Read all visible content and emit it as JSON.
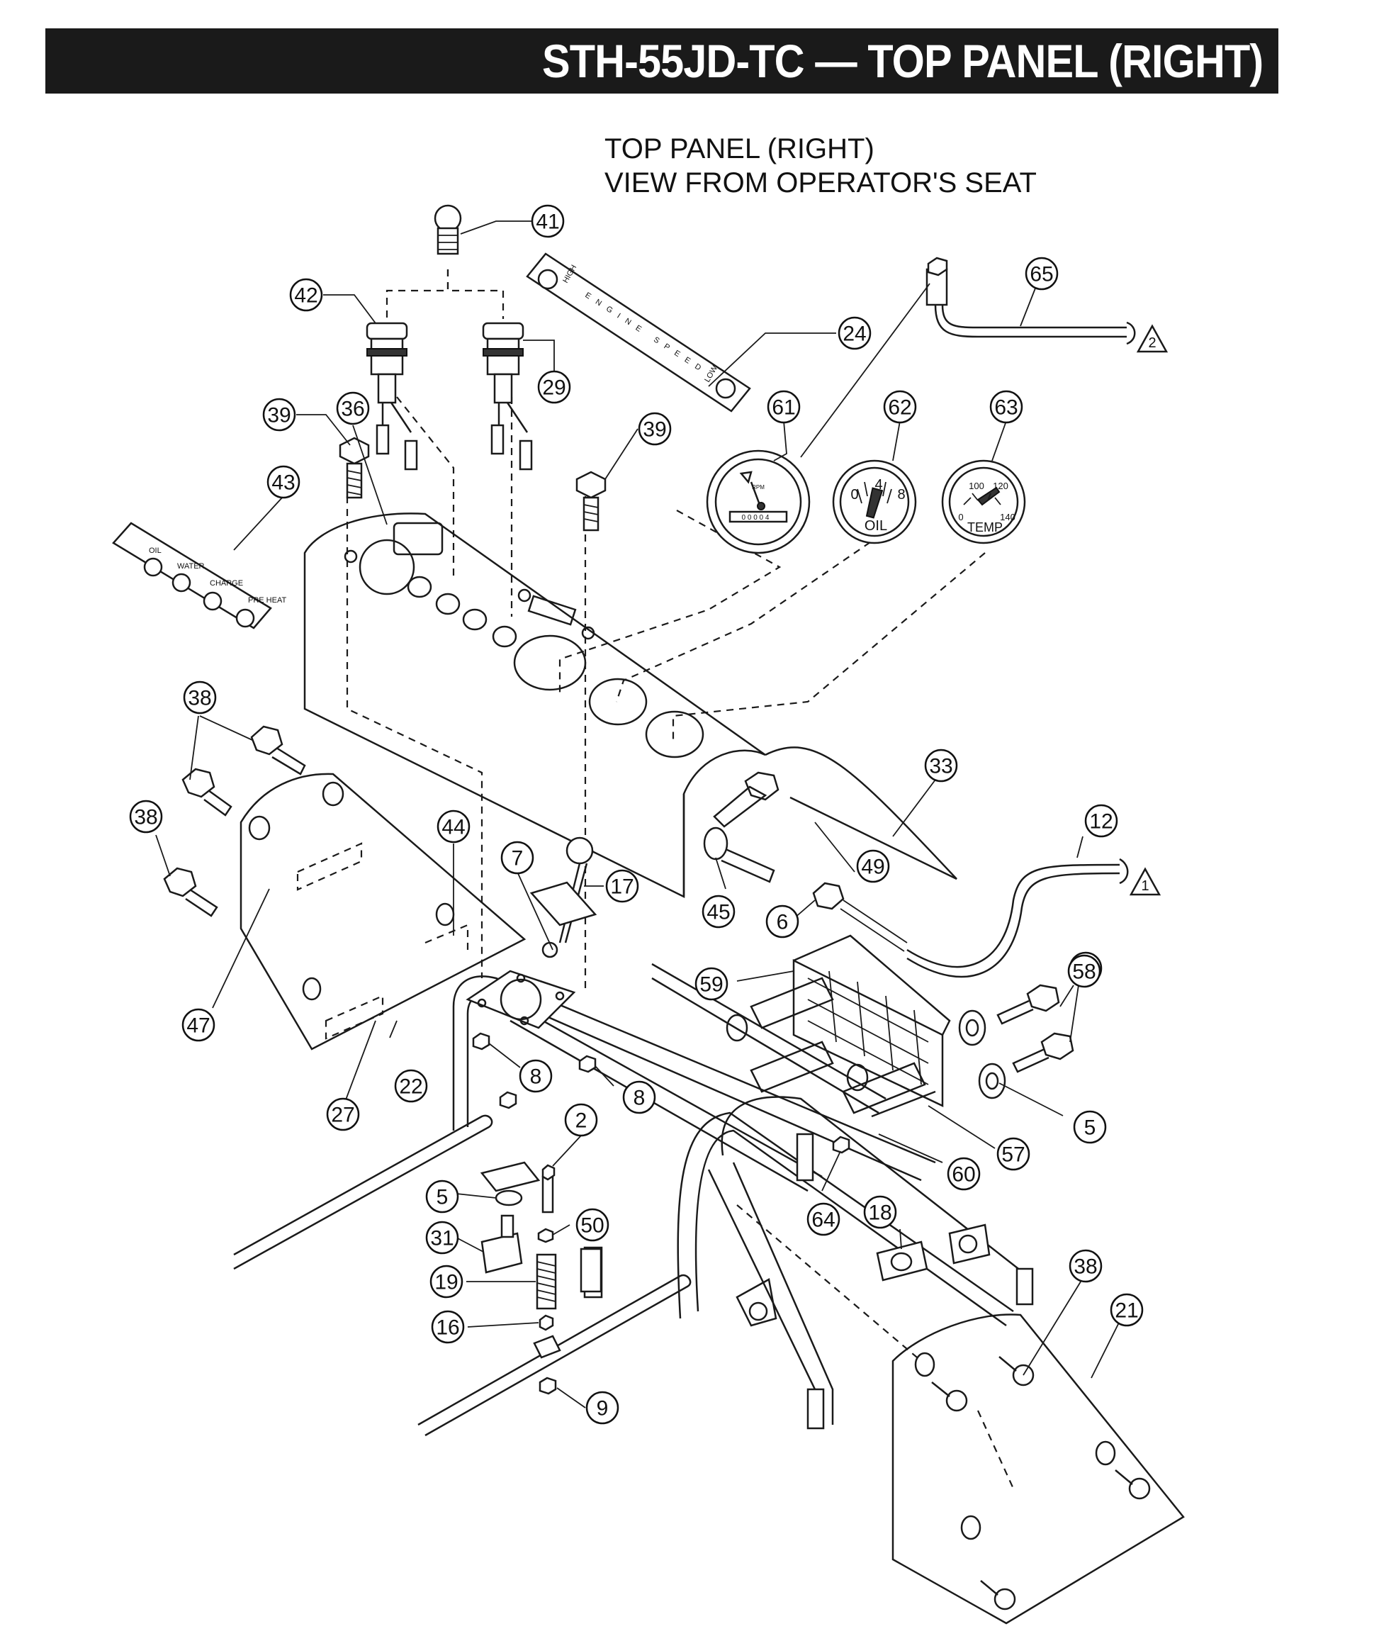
{
  "header": {
    "title": "STH-55JD-TC — TOP PANEL (RIGHT)"
  },
  "caption": {
    "line1": "TOP PANEL (RIGHT)",
    "line2": "VIEW FROM OPERATOR'S SEAT"
  },
  "indicator_plate": {
    "labels": [
      "OIL",
      "WATER",
      "CHARGE",
      "PRE HEAT"
    ]
  },
  "speed_plate": {
    "high": "HIGH",
    "middle": "ENGINE SPEED",
    "low": "LOW"
  },
  "gauges": {
    "tach": {
      "unit": "RPM",
      "odometer": "0 0 0 0 4"
    },
    "oil": {
      "label": "OIL",
      "ticks": [
        "0",
        "4",
        "8"
      ]
    },
    "temp": {
      "label": "TEMP",
      "ticks": [
        "0",
        "100",
        "120",
        "140"
      ]
    }
  },
  "reference_markers": [
    "2",
    "1"
  ],
  "callouts": [
    "41",
    "42",
    "29",
    "24",
    "65",
    "36",
    "39",
    "39",
    "61",
    "62",
    "63",
    "43",
    "38",
    "38",
    "33",
    "12",
    "44",
    "7",
    "17",
    "49",
    "45",
    "6",
    "38",
    "47",
    "59",
    "58",
    "22",
    "27",
    "8",
    "8",
    "5",
    "57",
    "60",
    "2",
    "64",
    "18",
    "5",
    "50",
    "31",
    "19",
    "16",
    "9",
    "38",
    "21"
  ]
}
